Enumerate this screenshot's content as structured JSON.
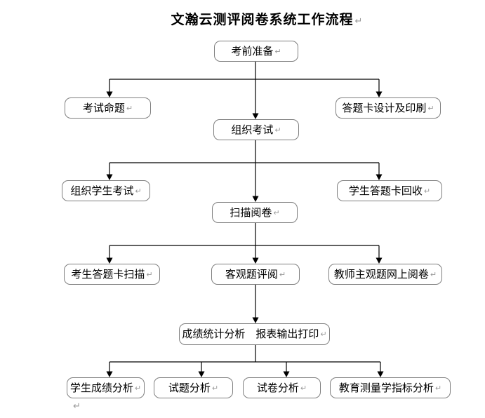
{
  "page": {
    "title": "文瀚云测评阅卷系统工作流程"
  },
  "marks": {
    "pilcrow": "↵"
  },
  "colors": {
    "background": "#ffffff",
    "box_border": "#7f7f7f",
    "box_fill": "#ffffff",
    "connector_line": "#000000",
    "text": "#000000",
    "formatting_mark": "#999999"
  },
  "flowchart": {
    "nodes": [
      {
        "id": "pre-exam-preparation",
        "label": "考前准备"
      },
      {
        "id": "exam-proposition",
        "label": "考试命题"
      },
      {
        "id": "answer-sheet-design-printing",
        "label": "答题卡设计及印刷"
      },
      {
        "id": "organize-exam",
        "label": "组织考试"
      },
      {
        "id": "organize-student-exam",
        "label": "组织学生考试"
      },
      {
        "id": "student-answer-sheet-collection",
        "label": "学生答题卡回收"
      },
      {
        "id": "scan-marking",
        "label": "扫描阅卷"
      },
      {
        "id": "candidate-answer-sheet-scan",
        "label": "考生答题卡扫描"
      },
      {
        "id": "objective-question-review",
        "label": "客观题评阅"
      },
      {
        "id": "teacher-subjective-online-marking",
        "label": "教师主观题网上阅卷"
      },
      {
        "id": "score-statistics-report-output",
        "label": "成绩统计分析　报表输出打印"
      },
      {
        "id": "student-score-analysis",
        "label": "学生成绩分析"
      },
      {
        "id": "test-question-analysis",
        "label": "试题分析"
      },
      {
        "id": "test-paper-analysis",
        "label": "试卷分析"
      },
      {
        "id": "educational-measurement-analysis",
        "label": "教育测量学指标分析"
      }
    ],
    "edges": [
      {
        "from": "考前准备",
        "to": "考试命题"
      },
      {
        "from": "考前准备",
        "to": "组织考试"
      },
      {
        "from": "考前准备",
        "to": "答题卡设计及印刷"
      },
      {
        "from": "组织考试",
        "to": "组织学生考试"
      },
      {
        "from": "组织考试",
        "to": "扫描阅卷"
      },
      {
        "from": "组织考试",
        "to": "学生答题卡回收"
      },
      {
        "from": "扫描阅卷",
        "to": "考生答题卡扫描"
      },
      {
        "from": "扫描阅卷",
        "to": "客观题评阅"
      },
      {
        "from": "扫描阅卷",
        "to": "教师主观题网上阅卷"
      },
      {
        "from": "客观题评阅",
        "to": "成绩统计分析　报表输出打印"
      },
      {
        "from": "成绩统计分析　报表输出打印",
        "to": "学生成绩分析"
      },
      {
        "from": "成绩统计分析　报表输出打印",
        "to": "试题分析"
      },
      {
        "from": "成绩统计分析　报表输出打印",
        "to": "试卷分析"
      },
      {
        "from": "成绩统计分析　报表输出打印",
        "to": "教育测量学指标分析"
      }
    ]
  }
}
